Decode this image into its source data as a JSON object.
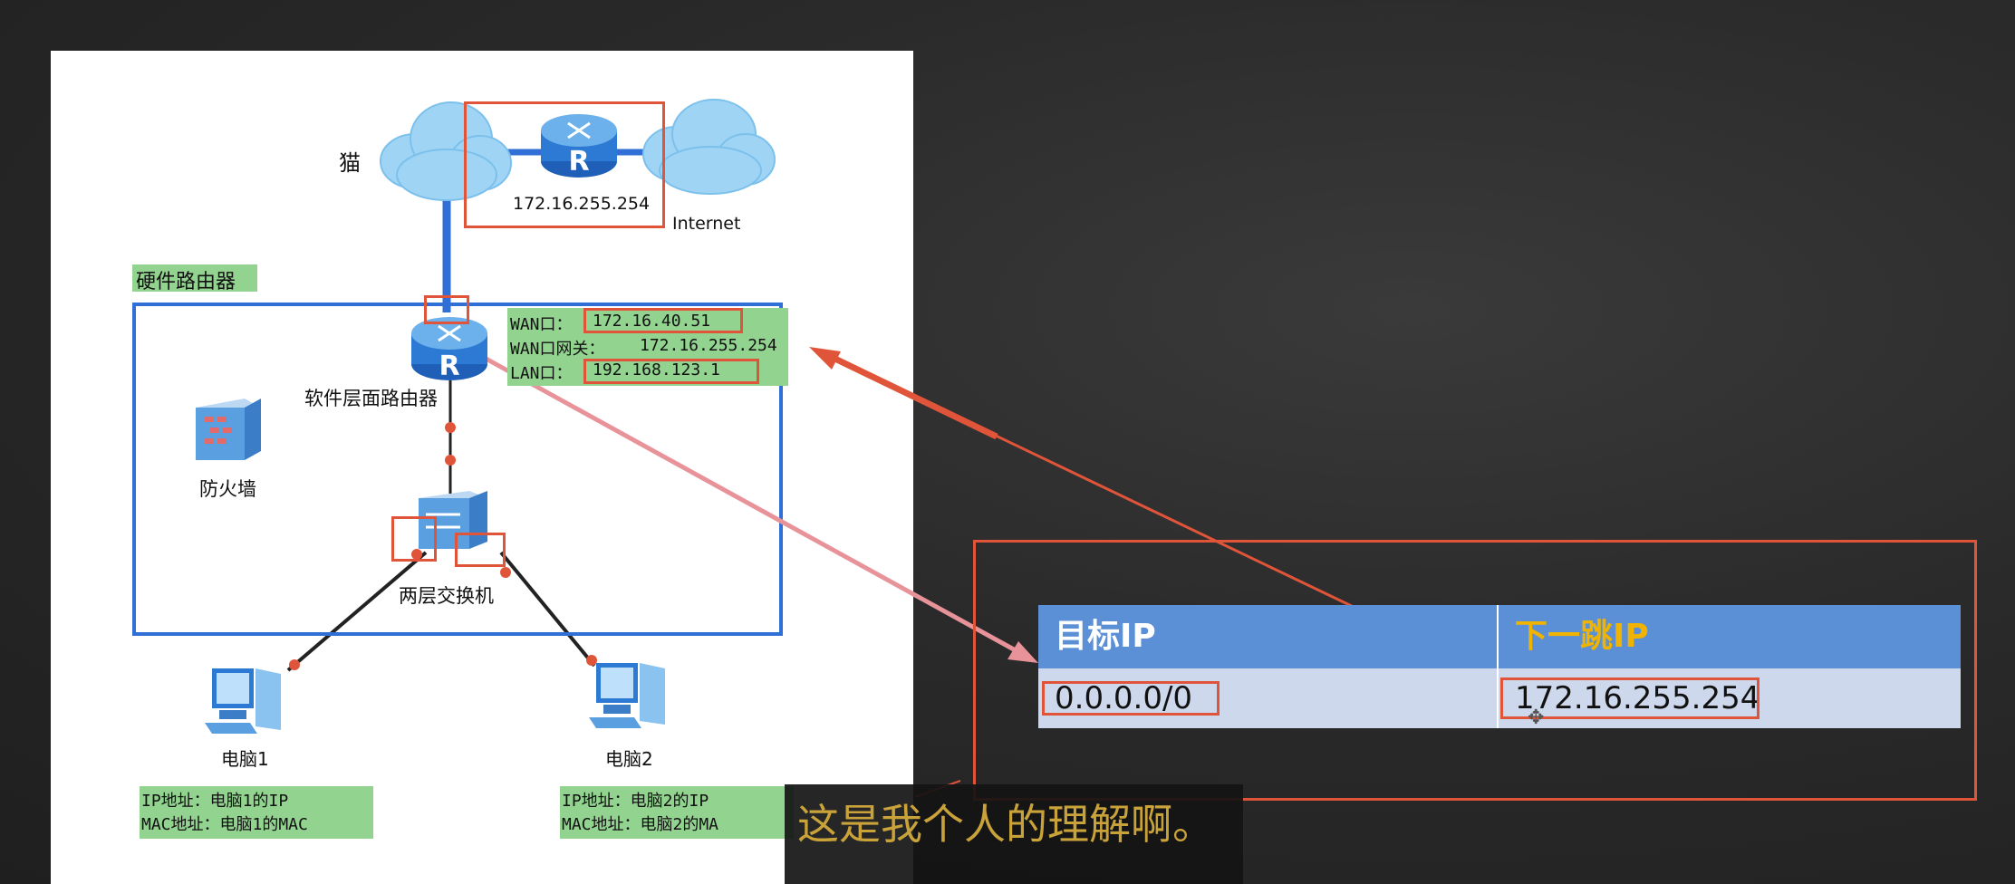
{
  "diagram": {
    "modem_label": "猫",
    "router_ip": "172.16.255.254",
    "internet_label": "Internet",
    "hardware_router_label": "硬件路由器",
    "software_router_label": "软件层面路由器",
    "firewall_label": "防火墙",
    "switch_label": "两层交换机",
    "wan": {
      "label": "WAN口：",
      "value": "172.16.40.51"
    },
    "wan_gateway": {
      "label": "WAN口网关：",
      "value": "172.16.255.254"
    },
    "lan": {
      "label": "LAN口：",
      "value": "192.168.123.1"
    },
    "pc1": {
      "label": "电脑1",
      "ip_line": "IP地址：电脑1的IP",
      "mac_line": "MAC地址：电脑1的MAC"
    },
    "pc2": {
      "label": "电脑2",
      "ip_line": "IP地址：电脑2的IP",
      "mac_line": "MAC地址：电脑2的MA"
    }
  },
  "route_table": {
    "headers": [
      "目标IP",
      "下一跳IP"
    ],
    "row": [
      "0.0.0.0/0",
      "172.16.255.254"
    ]
  },
  "subtitle": "这是我个人的理解啊。",
  "colors": {
    "accent_red": "#e0553a",
    "link_blue": "#2f6fd6",
    "label_green": "#92d48f",
    "table_header": "#5b8fd6",
    "table_row": "#cdd8ec",
    "next_hop_header_text": "#f0b400"
  }
}
